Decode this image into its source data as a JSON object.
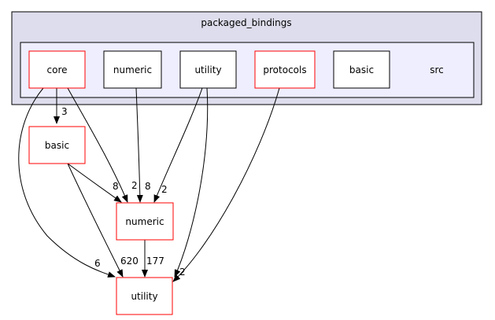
{
  "outer_cluster": {
    "label": "packaged_bindings"
  },
  "inner_cluster": {
    "label": "src"
  },
  "inner_nodes": {
    "core": "core",
    "numeric": "numeric",
    "utility": "utility",
    "protocols": "protocols",
    "basic": "basic"
  },
  "outside_nodes": {
    "basic": "basic",
    "numeric": "numeric",
    "utility": "utility"
  },
  "edges": {
    "core_basic": "3",
    "core_numeric": "2",
    "core_utility": "6",
    "numeric_src_numeric": "8",
    "utility_src_numeric": "2",
    "basic_numeric": "8",
    "basic_utility": "620",
    "numeric_utility": "177",
    "protocols_utility": "2"
  },
  "colors": {
    "outer_fill": "#dddded",
    "inner_fill": "#eeeeff",
    "red_border": "#ff0000",
    "black_border": "#000000"
  }
}
